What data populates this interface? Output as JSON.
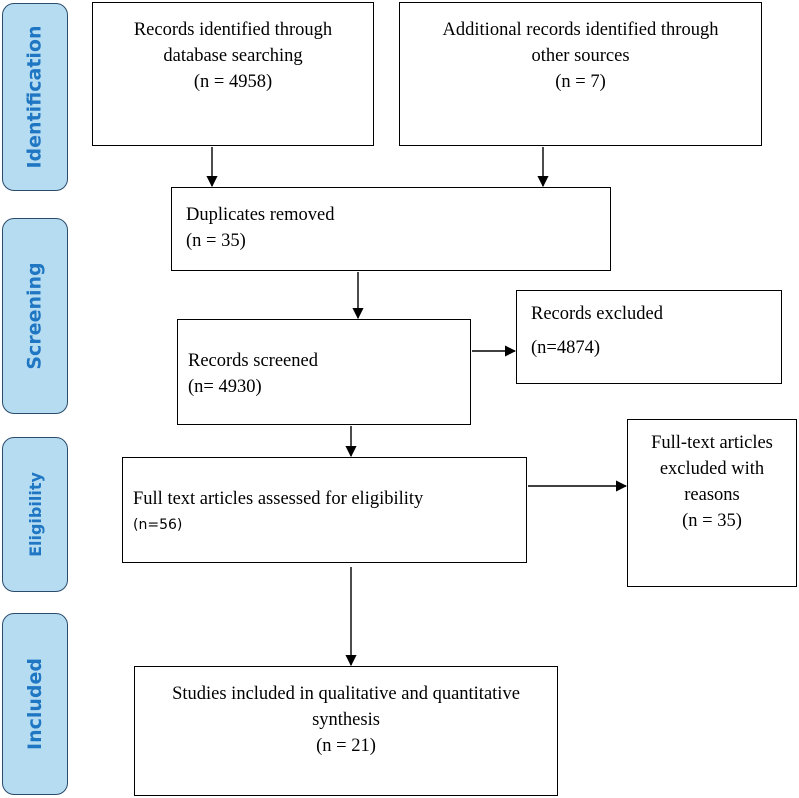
{
  "phases": {
    "identification": "Identification",
    "screening": "Screening",
    "eligibility": "Eligibility",
    "included": "Included"
  },
  "boxes": {
    "db_search": {
      "lines": [
        "Records identified through",
        "database searching",
        "(n = 4958)"
      ]
    },
    "other_sources": {
      "lines": [
        "Additional records identified through",
        "other sources",
        "(n = 7)"
      ]
    },
    "duplicates": {
      "lines": [
        "Duplicates removed",
        "(n = 35)"
      ]
    },
    "screened": {
      "lines": [
        "Records screened",
        "(n= 4930)"
      ]
    },
    "excluded": {
      "lines": [
        "Records excluded",
        "(n=4874)"
      ]
    },
    "fulltext": {
      "lines": [
        "Full text articles assessed for eligibility",
        "(n=56)"
      ]
    },
    "fulltext_excluded": {
      "lines": [
        "Full-text articles",
        "excluded with",
        "reasons",
        "(n = 35)"
      ]
    },
    "included": {
      "lines": [
        "Studies included in qualitative and quantitative",
        "synthesis",
        "(n = 21)"
      ]
    }
  }
}
